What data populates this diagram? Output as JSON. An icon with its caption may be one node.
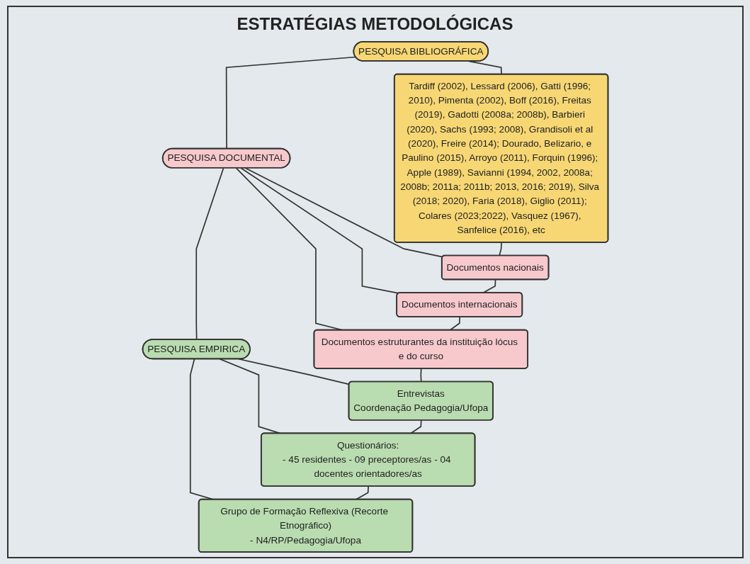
{
  "diagram": {
    "title": "ESTRATÉGIAS METODOLÓGICAS",
    "nodes": [
      {
        "text": [
          "PESQUISA BIBLIOGRÁFICA"
        ]
      },
      {
        "text": [
          "Tardiff (2002), Lessard (2006), Gatti (1996; 2010), Pimenta (2002), Boff (2016), Freitas (2019), Gadotti (2008a; 2008b), Barbieri (2020), Sachs (1993; 2008), Grandisoli et al (2020), Freire (2014); Dourado, Belizario, e Paulino (2015), Arroyo (2011), Forquin (1996); Apple (1989), Savianni (1994, 2002, 2008a; 2008b; 2011a; 2011b; 2013, 2016; 2019), Silva (2018; 2020), Faria (2018), Giglio (2011); Colares (2023;2022), Vasquez (1967), Sanfelice (2016), etc"
        ]
      },
      {
        "text": [
          "PESQUISA DOCUMENTAL"
        ]
      },
      {
        "text": [
          "Documentos nacionais"
        ]
      },
      {
        "text": [
          "Documentos internacionais"
        ]
      },
      {
        "text": [
          "Documentos estruturantes da instituição lócus e do curso"
        ]
      },
      {
        "text": [
          "PESQUISA EMPIRICA"
        ]
      },
      {
        "text": [
          "Entrevistas",
          "Coordenação Pedagogia/Ufopa"
        ]
      },
      {
        "text": [
          "Questionários:",
          "- 45 residentes - 09 preceptores/as - 04 docentes orientadores/as"
        ]
      },
      {
        "text": [
          "Grupo de Formação Reflexiva (Recorte Etnográfico)",
          "- N4/RP/Pedagogia/Ufopa"
        ]
      }
    ],
    "edges": [
      {
        "from": 0,
        "to": 2,
        "arrow": "none"
      },
      {
        "from": 2,
        "to": 6,
        "arrow": "none"
      },
      {
        "from": 0,
        "to": 1,
        "arrow": "none"
      },
      {
        "from": 2,
        "to": 3,
        "arrow": "none"
      },
      {
        "from": 2,
        "to": 4,
        "arrow": "none"
      },
      {
        "from": 2,
        "to": 5,
        "arrow": "none"
      },
      {
        "from": 6,
        "to": 7,
        "arrow": "none"
      },
      {
        "from": 6,
        "to": 8,
        "arrow": "none"
      },
      {
        "from": 6,
        "to": 9,
        "arrow": "none"
      },
      {
        "from": 1,
        "to": 3,
        "arrow": "none"
      },
      {
        "from": 3,
        "to": 4,
        "arrow": "none"
      },
      {
        "from": 4,
        "to": 5,
        "arrow": "none"
      },
      {
        "from": 5,
        "to": 7,
        "arrow": "none"
      },
      {
        "from": 7,
        "to": 8,
        "arrow": "none"
      },
      {
        "from": 8,
        "to": 9,
        "arrow": "none"
      }
    ]
  }
}
